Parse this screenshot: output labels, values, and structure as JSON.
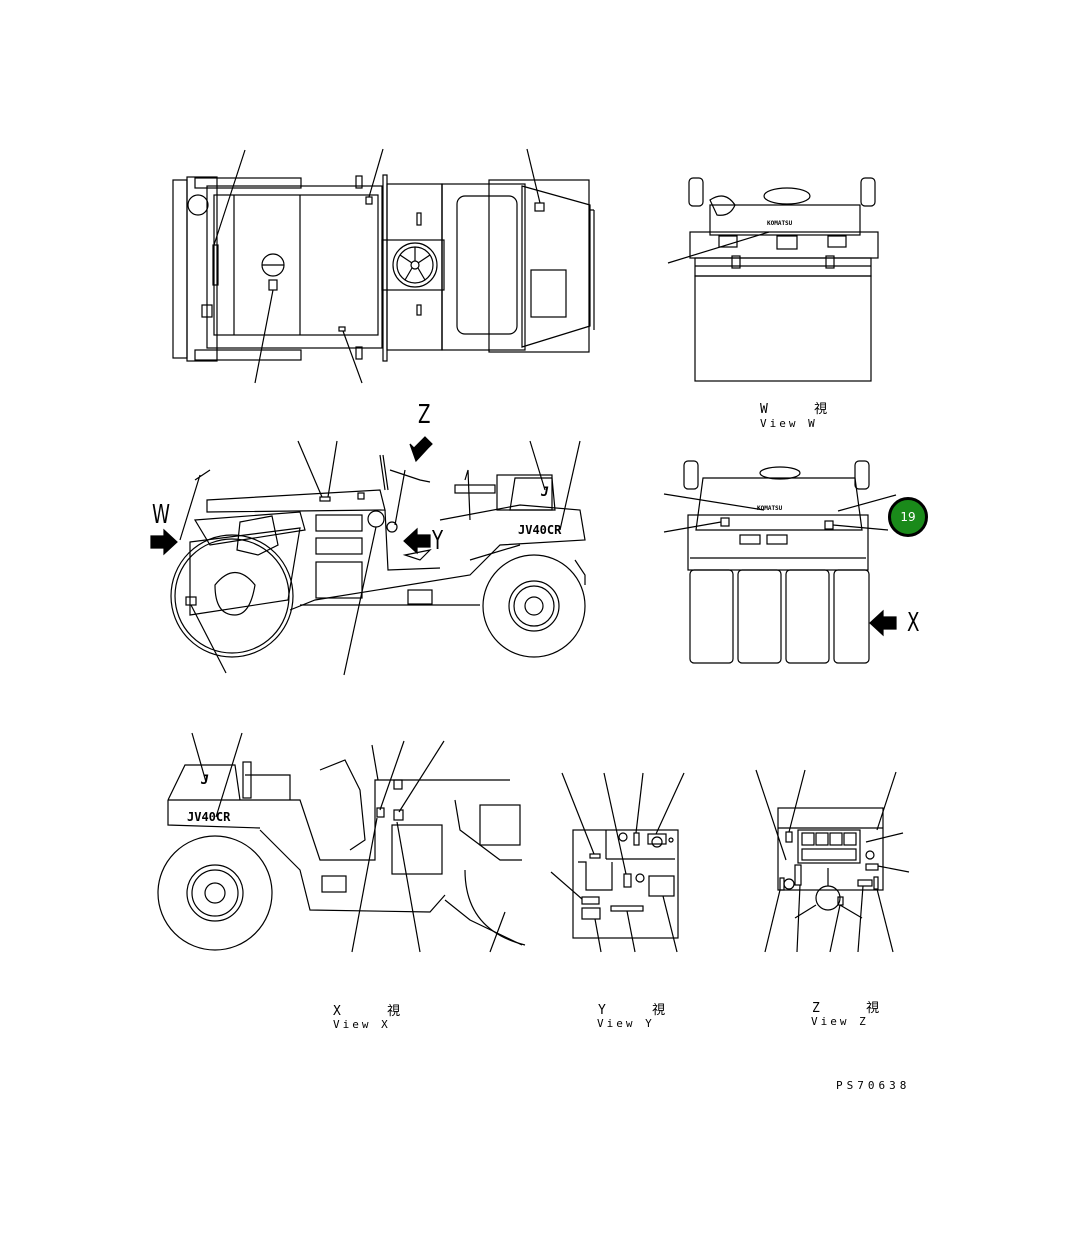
{
  "diagram": {
    "subject": "JV40CR roller decal locations",
    "colors": {
      "line": "#000000",
      "badge_fill": "#1a8a1a",
      "badge_border": "#000000",
      "background": "#ffffff"
    },
    "views": {
      "top": {
        "name": "top-view"
      },
      "w": {
        "jp": "W    視",
        "en": "View W"
      },
      "side": {
        "name": "side-view"
      },
      "rear": {
        "name": "rear-view"
      },
      "x": {
        "jp": "X    視",
        "en": "View X"
      },
      "y": {
        "jp": "Y    視",
        "en": "View Y"
      },
      "z": {
        "jp": "Z    視",
        "en": "View Z"
      }
    },
    "arrows": {
      "w": "W",
      "x": "X",
      "y": "Y",
      "z": "Z"
    },
    "decals": {
      "model_text": "JV40CR",
      "logo_text": "J",
      "brand_text": "KOMATSU"
    },
    "callout_badge": {
      "number": "19"
    },
    "drawing_code": "PS70638"
  }
}
